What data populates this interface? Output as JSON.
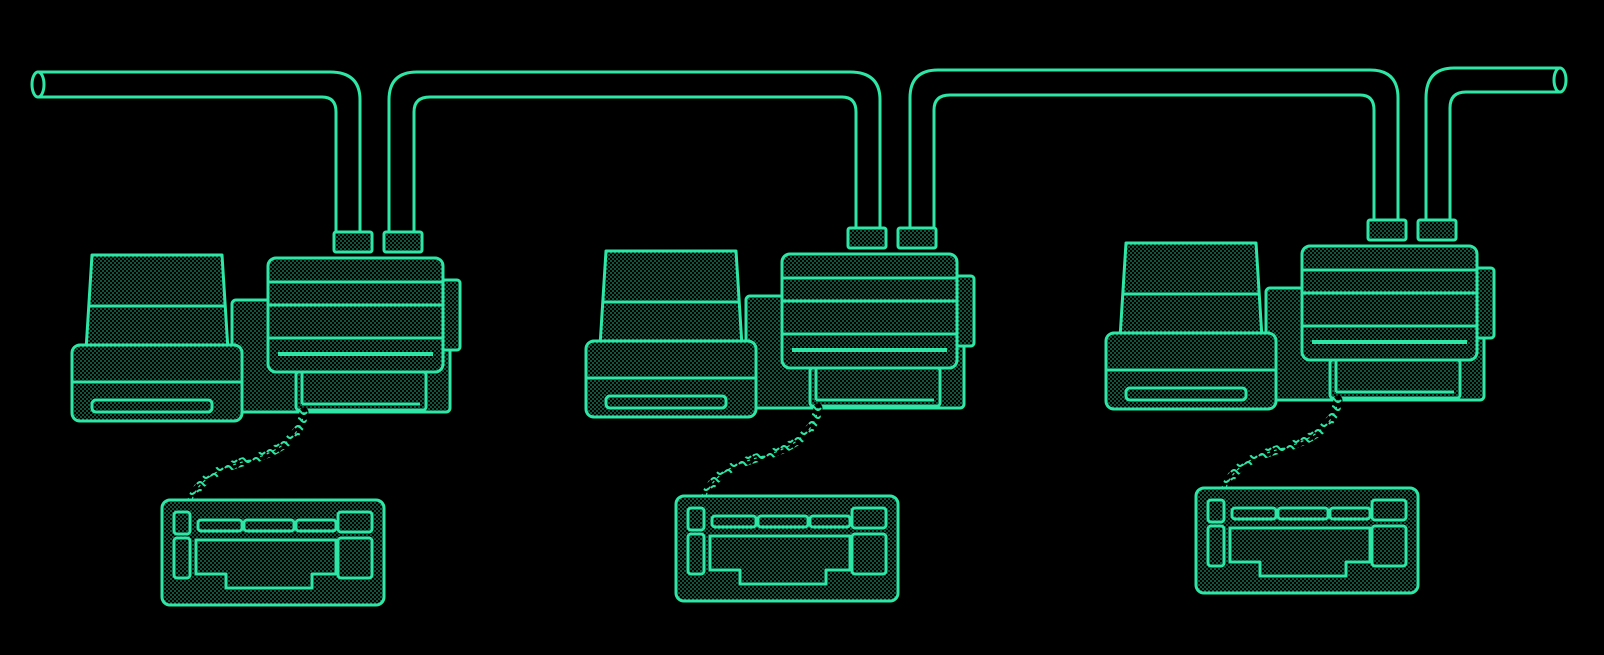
{
  "diagram": {
    "background": "#000000",
    "line_color": "#2ee6a6",
    "fill_dots": "#1f8f68",
    "workstations": [
      {
        "id": "workstation-1"
      },
      {
        "id": "workstation-2"
      },
      {
        "id": "workstation-3"
      }
    ],
    "network_cable": {
      "segments": 4,
      "connectors_per_station": 2
    }
  }
}
